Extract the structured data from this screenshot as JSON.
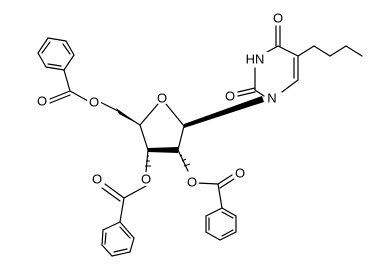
{
  "structure": {
    "labels": {
      "ring_oxygen": "O",
      "uracil_n_h": "HN",
      "uracil_n1": "N",
      "uracil_o4": "O",
      "uracil_o2": "O",
      "bz5_carbonyl_o": "O",
      "bz5_ester_o": "O",
      "bz3_carbonyl_o": "O",
      "bz3_ester_o": "O",
      "bz2_ester_o": "O",
      "bz2_carbonyl_o": "O"
    }
  }
}
